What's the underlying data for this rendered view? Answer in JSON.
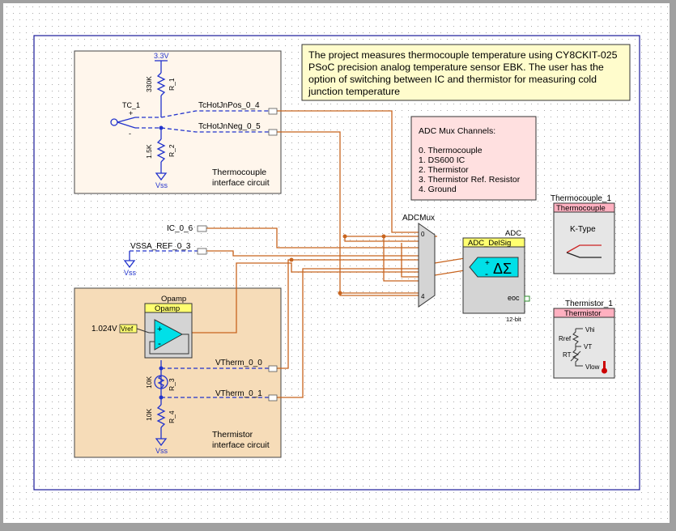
{
  "description_text": "The project measures thermocouple temperature using CY8CKIT-025 PSoC precision analog temperature sensor EBK. The user has the option of switching between IC and thermistor for measuring cold junction temperature",
  "description_lines": [
    "The project measures thermocouple temperature using CY8CKIT-025",
    "PSoC precision analog temperature sensor EBK. The user has the",
    "option of switching between IC and thermistor for measuring cold",
    "junction temperature"
  ],
  "mux_note": {
    "title": "ADC Mux Channels:",
    "channels": [
      "0. Thermocouple",
      "1. DS600 IC",
      "2. Thermistor",
      "3. Thermistor Ref. Resistor",
      "4. Ground"
    ]
  },
  "thermocouple_circuit": {
    "label_line1": "Thermocouple",
    "label_line2": "interface circuit",
    "supply": "3.3V",
    "ground": "Vss",
    "r1_value": "330K",
    "r1_name": "R_1",
    "r2_value": "1.5K",
    "r2_name": "R_2",
    "tc_name": "TC_1",
    "plus": "+",
    "minus": "-",
    "pin_pos": "TcHotJnPos_0_4",
    "pin_neg": "TcHotJnNeg_0_5"
  },
  "thermistor_circuit": {
    "label_line1": "Thermistor",
    "label_line2": "interface circuit",
    "ground": "Vss",
    "r3_value": "10K",
    "r3_name": "R_3",
    "r4_value": "10K",
    "r4_name": "R_4",
    "pin_0": "VTherm_0_0",
    "pin_1": "VTherm_0_1"
  },
  "opamp": {
    "instance": "Opamp",
    "component": "Opamp",
    "vref_value": "1.024V",
    "vref_label": "Vref",
    "plus": "+",
    "minus": "-"
  },
  "pins": {
    "ic": "IC_0_6",
    "vssa_ref": "VSSA_REF_0_3",
    "vss": "Vss"
  },
  "mux": {
    "name": "ADCMux",
    "input_first": "0",
    "input_last": "4"
  },
  "adc": {
    "instance": "ADC",
    "component": "ADC_DelSig",
    "symbol": "ΔΣ",
    "plus": "+",
    "minus": "-",
    "eoc": "eoc",
    "resolution": "12-bit"
  },
  "thermocouple_comp": {
    "instance": "Thermocouple_1",
    "component": "Thermocouple",
    "type": "K-Type"
  },
  "thermistor_comp": {
    "instance": "Thermistor_1",
    "component": "Thermistor",
    "rref": "Rref",
    "rt": "RT",
    "vhi": "Vhi",
    "vt": "VT",
    "vlow": "Vlow"
  },
  "colors": {
    "wire_orange": "#c8641e",
    "wire_blue": "#2233cc",
    "block_beige": "#f6dcb8",
    "note_yellow": "#fffccc",
    "note_pink": "#ffe0e0",
    "title_yellow": "#ffff70",
    "title_pink": "#ffb0c0",
    "cyan": "#00e0e8"
  }
}
